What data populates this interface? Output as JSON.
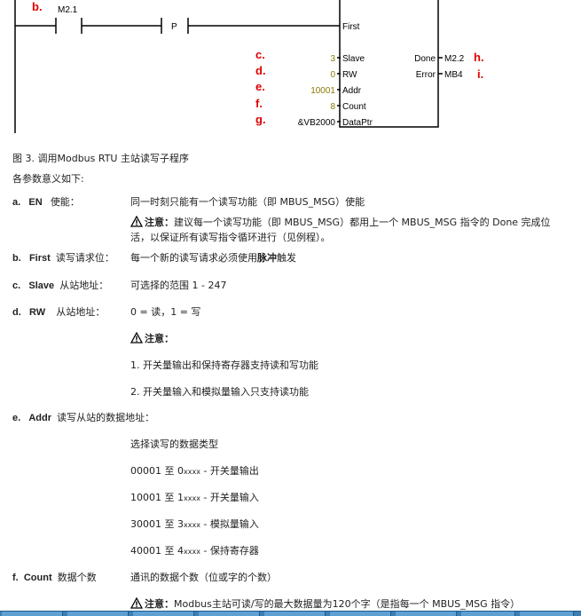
{
  "diagram": {
    "callouts": {
      "b": "b.",
      "c": "c.",
      "d": "d.",
      "e": "e.",
      "f": "f.",
      "g": "g.",
      "h": "h.",
      "i": "i."
    },
    "contact_label": "M2.1",
    "p_label": "P",
    "first_pin": "First",
    "left_pins": [
      {
        "value": "3",
        "pin": "Slave"
      },
      {
        "value": "0",
        "pin": "RW"
      },
      {
        "value": "10001",
        "pin": "Addr"
      },
      {
        "value": "8",
        "pin": "Count"
      },
      {
        "value": "&VB2000",
        "pin": "DataPtr"
      }
    ],
    "right_pins": [
      {
        "pin": "Done",
        "value": "M2.2"
      },
      {
        "pin": "Error",
        "value": "MB4"
      }
    ],
    "colors": {
      "callout": "#e00000",
      "value": "#8a7a00",
      "line": "#000000"
    }
  },
  "caption": "图 3. 调用Modbus RTU 主站读写子程序",
  "intro": "各参数意义如下:",
  "params": {
    "a": {
      "letter": "a.",
      "name": "EN",
      "label": "使能：",
      "desc": "同一时刻只能有一个读写功能（即 MBUS_MSG）使能"
    },
    "a_note": {
      "title": "注意：",
      "line1": "建议每一个读写功能（即 MBUS_MSG）都用上一个 MBUS_MSG 指令的 Done 完成位",
      "line2": "活，以保证所有读写指令循环进行（见例程）。"
    },
    "b": {
      "letter": "b.",
      "name": "First",
      "label": "读写请求位：",
      "desc_pre": "每一个新的读写请求必须使用",
      "desc_bold": "脉冲",
      "desc_post": "触发"
    },
    "c": {
      "letter": "c.",
      "name": "Slave",
      "label": "从站地址：",
      "desc": "可选择的范围 1 - 247"
    },
    "d": {
      "letter": "d.",
      "name": "RW",
      "label": "从站地址：",
      "desc": "0 = 读，1 = 写"
    },
    "d_note": {
      "title": "注意：",
      "line1": "1. 开关量输出和保持寄存器支持读和写功能",
      "line2": "2. 开关量输入和模拟量输入只支持读功能"
    },
    "e": {
      "letter": "e.",
      "name": "Addr",
      "label": "读写从站的数据地址：",
      "desc": "选择读写的数据类型"
    },
    "e_list": [
      {
        "pre": "00001 至 0",
        "xs": "xxxx",
        "post": " - 开关量输出"
      },
      {
        "pre": "10001 至 1",
        "xs": "xxxx",
        "post": " - 开关量输入"
      },
      {
        "pre": "30001 至 3",
        "xs": "xxxx",
        "post": " - 模拟量输入"
      },
      {
        "pre": "40001 至 4",
        "xs": "xxxx",
        "post": " - 保持寄存器"
      }
    ],
    "f": {
      "letter": "f.",
      "name": "Count",
      "label": "数据个数",
      "desc": "通讯的数据个数（位或字的个数）"
    },
    "f_note": {
      "title": "注意：",
      "line1": "Modbus主站可读/写的最大数据量为120个字（是指每一个 MBUS_MSG 指令）"
    }
  }
}
